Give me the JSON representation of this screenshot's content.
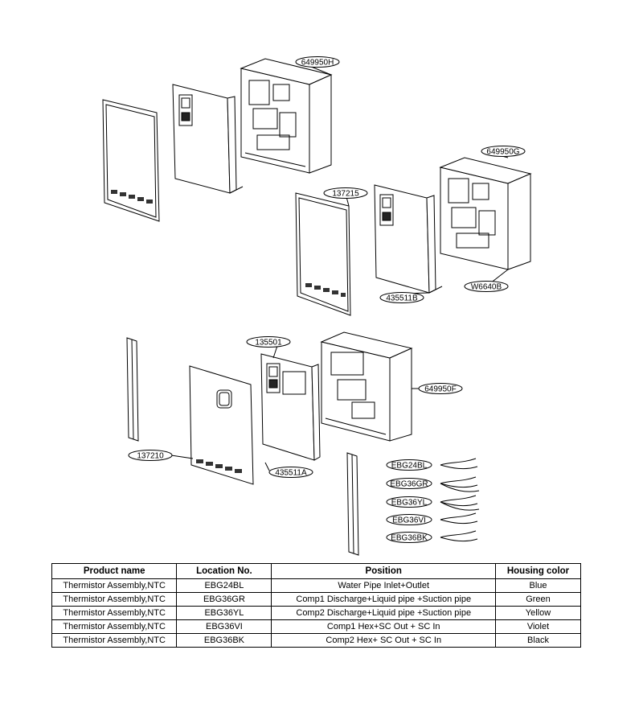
{
  "callouts": {
    "c649950H": "649950H",
    "c649950G": "649950G",
    "c137215": "137215",
    "c435511B": "435511B",
    "cW6640B": "W6640B",
    "c135501": "135501",
    "c649950F": "649950F",
    "c137210": "137210",
    "c435511A": "435511A",
    "cEBG24BL": "EBG24BL",
    "cEBG36GR": "EBG36GR",
    "cEBG36YL": "EBG36YL",
    "cEBG36VI": "EBG36VI",
    "cEBG36BK": "EBG36BK"
  },
  "table": {
    "headers": [
      "Product name",
      "Location No.",
      "Position",
      "Housing color"
    ],
    "rows": [
      [
        "Thermistor Assembly,NTC",
        "EBG24BL",
        "Water Pipe Inlet+Outlet",
        "Blue"
      ],
      [
        "Thermistor Assembly,NTC",
        "EBG36GR",
        "Comp1 Discharge+Liquid pipe +Suction pipe",
        "Green"
      ],
      [
        "Thermistor Assembly,NTC",
        "EBG36YL",
        "Comp2 Discharge+Liquid pipe +Suction pipe",
        "Yellow"
      ],
      [
        "Thermistor Assembly,NTC",
        "EBG36VI",
        "Comp1 Hex+SC Out + SC In",
        "Violet"
      ],
      [
        "Thermistor Assembly,NTC",
        "EBG36BK",
        "Comp2 Hex+ SC Out + SC In",
        "Black"
      ]
    ]
  }
}
